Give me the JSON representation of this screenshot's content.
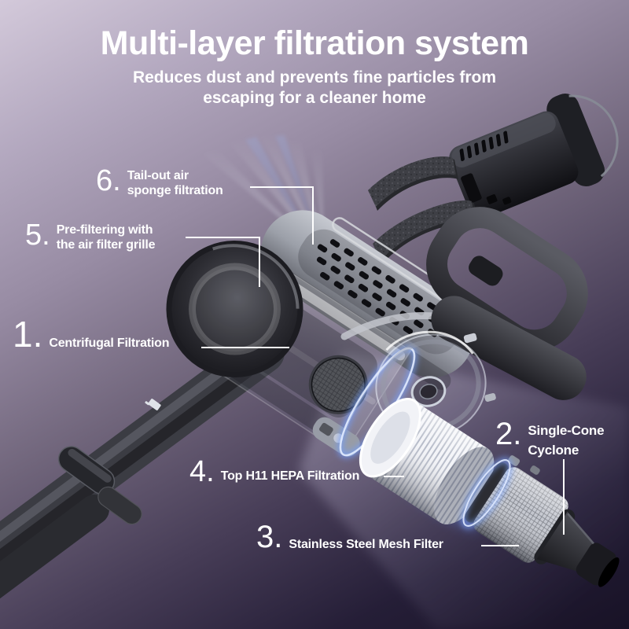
{
  "header": {
    "title": "Multi-layer filtration system",
    "subtitle": "Reduces dust and prevents fine particles from\nescaping for a cleaner home"
  },
  "callouts": [
    {
      "number": "1.",
      "label": "Centrifugal Filtration"
    },
    {
      "number": "2.",
      "label": "Single-Cone\nCyclone"
    },
    {
      "number": "3.",
      "label": "Stainless Steel Mesh Filter"
    },
    {
      "number": "4.",
      "label": "Top H11 HEPA Filtration"
    },
    {
      "number": "5.",
      "label": "Pre-filtering with\nthe air filter grille"
    },
    {
      "number": "6.",
      "label": "Tail-out air\nsponge filtration"
    }
  ],
  "illustration": {
    "parts": [
      "exhaust-air-streams",
      "battery-pack",
      "sponge-filter-pads",
      "extension-wand",
      "release-buttons",
      "brand-mark",
      "dome-end-cap",
      "transparent-dust-cup",
      "air-filter-grille",
      "motor-housing",
      "handle",
      "trigger",
      "pre-filter-mesh-disc",
      "cup-glow-ring",
      "clear-dust-cup-lid",
      "hepa-filter",
      "stainless-mesh-filter",
      "cyclone-cone",
      "light-beam"
    ]
  },
  "colors": {
    "background_top": "#d3c9da",
    "background_bottom": "#181226",
    "text": "#ffffff",
    "leader_line": "#ffffff",
    "glow_blue": "#7aa4ff"
  }
}
